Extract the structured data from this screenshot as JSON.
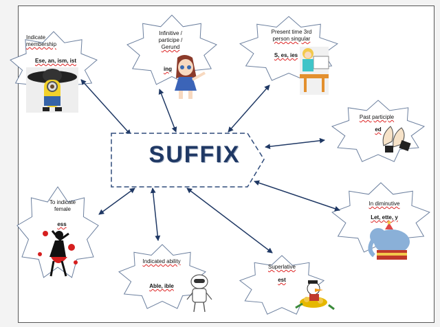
{
  "center": {
    "title": "SUFFIX"
  },
  "nodes": {
    "membership": {
      "lines": [
        "Indicate",
        "membership"
      ],
      "examples": "Ese, an, ism, ist"
    },
    "infinitive": {
      "lines": [
        "Infinitive /",
        "participe /",
        "Gerund"
      ],
      "examples": "ing"
    },
    "present": {
      "lines": [
        "Present time 3rd",
        "person singular"
      ],
      "examples": "S, es, ies"
    },
    "past": {
      "lines": [
        "Past participle"
      ],
      "examples": "ed"
    },
    "diminutive": {
      "lines": [
        "In diminutive"
      ],
      "examples": "Let, ette, y"
    },
    "superlative": {
      "lines": [
        "Superlative"
      ],
      "examples": "est"
    },
    "ability": {
      "lines": [
        "Indicated ability"
      ],
      "examples": "Able, ible"
    },
    "female": {
      "lines": [
        "To indicate",
        "female"
      ],
      "examples": "ess"
    }
  },
  "colors": {
    "arrow": "#1f3864",
    "star_stroke": "#6b7f9e",
    "center_border": "#2e4a7a",
    "title": "#1f3864",
    "spellcheck": "#dd2222"
  },
  "icons": {
    "membership": "minion-sombrero-icon",
    "infinitive": "anime-girl-icon",
    "present": "teacher-board-icon",
    "past": "clapping-hands-icon",
    "diminutive": "circus-elephant-icon",
    "superlative": "duck-coins-icon",
    "ability": "robot-icon",
    "female": "dancing-woman-icon"
  }
}
